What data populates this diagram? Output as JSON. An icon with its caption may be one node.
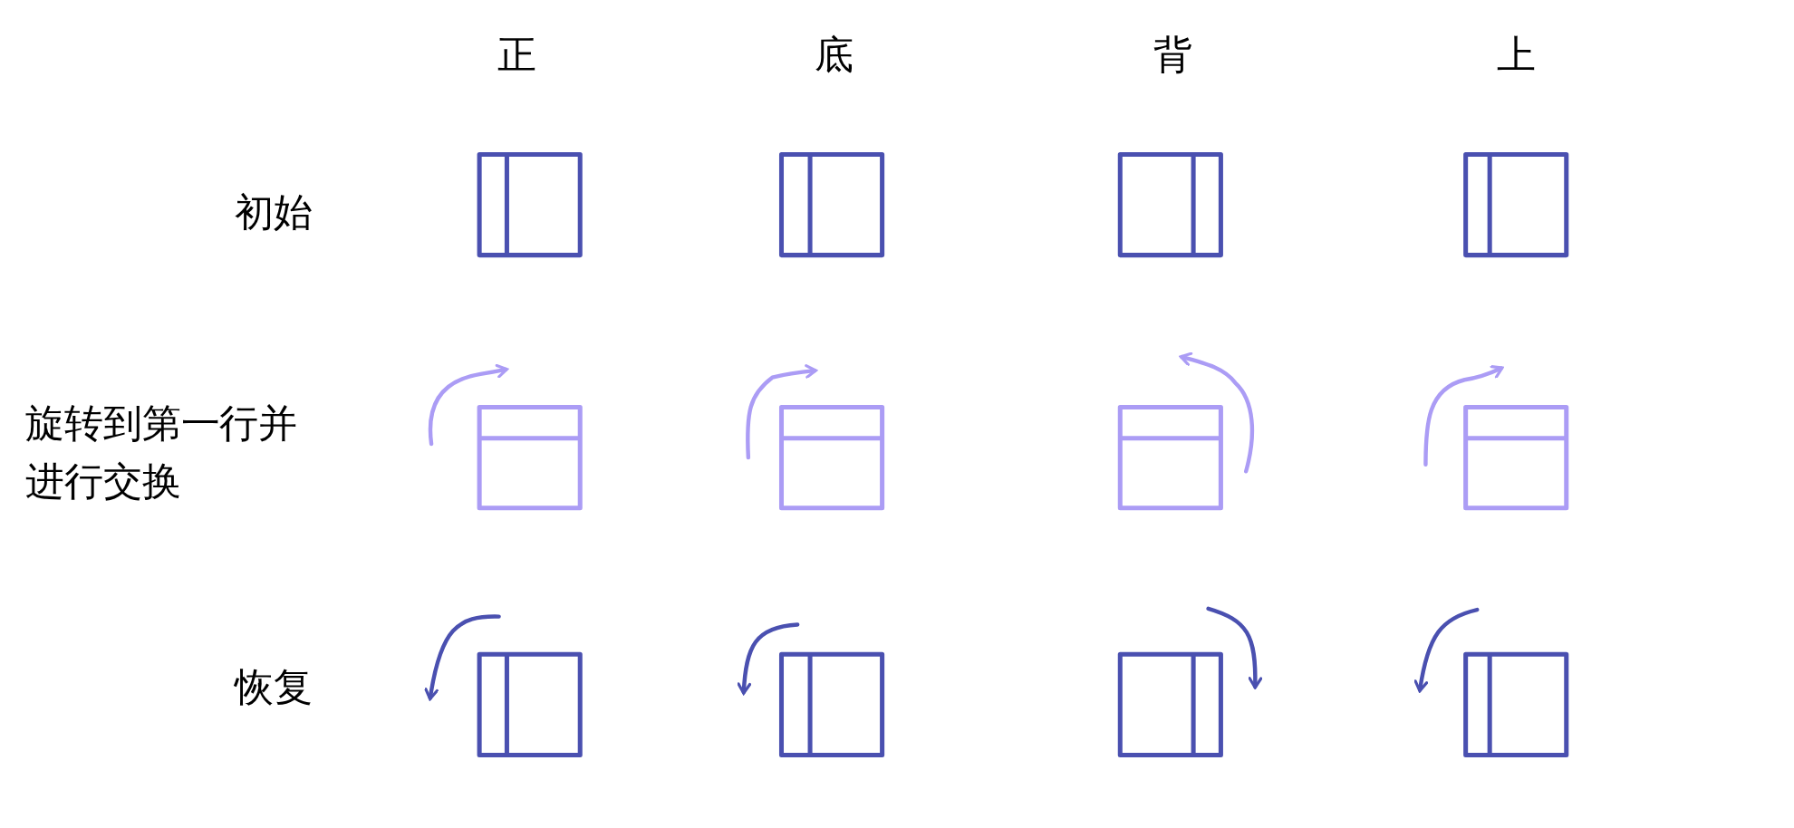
{
  "diagram": {
    "labels": [
      "正",
      "底",
      "背",
      "上",
      "初始",
      "旋转到第一行并进行交换",
      "恢复"
    ]
  }
}
